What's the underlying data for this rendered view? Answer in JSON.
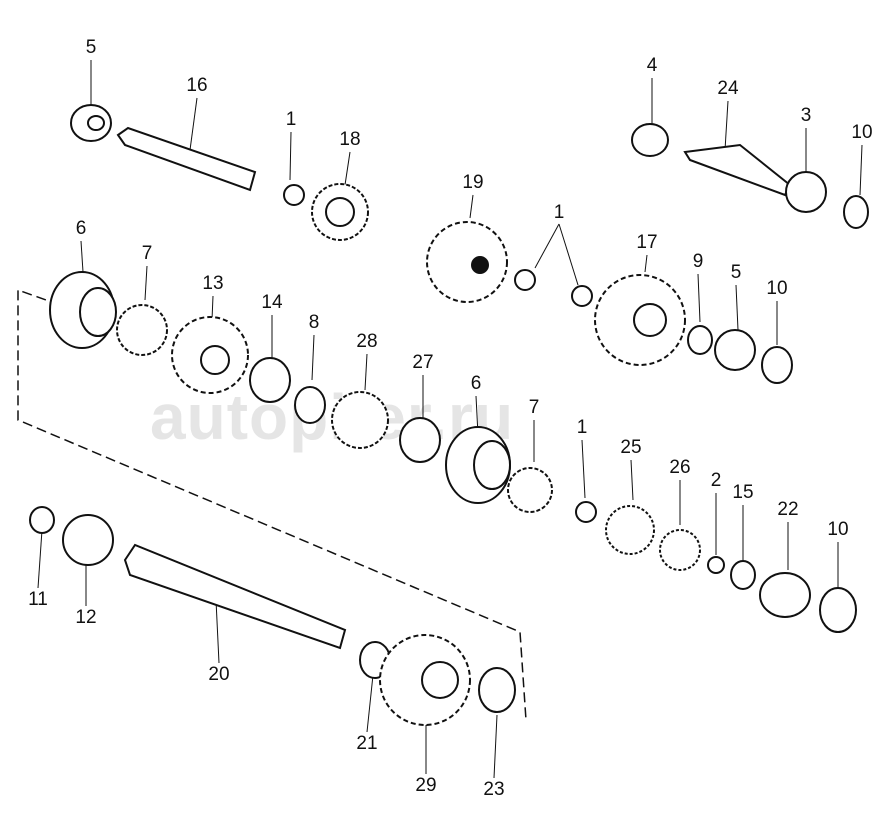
{
  "diagram": {
    "type": "exploded-parts-diagram",
    "watermark": "autopiter.ru",
    "callouts": [
      "5",
      "16",
      "1",
      "18",
      "4",
      "24",
      "3",
      "10",
      "19",
      "1",
      "17",
      "6",
      "7",
      "13",
      "9",
      "5",
      "10",
      "14",
      "8",
      "28",
      "27",
      "6",
      "7",
      "1",
      "25",
      "26",
      "2",
      "15",
      "22",
      "10",
      "11",
      "12",
      "20",
      "21",
      "29",
      "23"
    ]
  }
}
